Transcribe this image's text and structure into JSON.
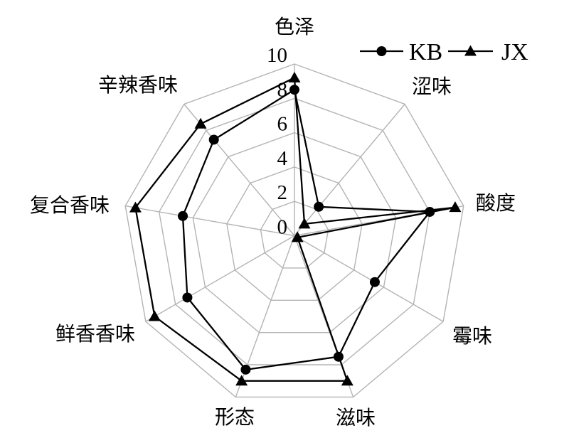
{
  "figure": {
    "background_color": "#ffffff",
    "line_color": "#000000",
    "grid_color": "#b4b4b4"
  },
  "chart_data": {
    "type": "radar",
    "title": "",
    "categories": [
      "色泽",
      "涩味",
      "酸度",
      "霉味",
      "滋味",
      "形态",
      "鲜香香味",
      "复合香味",
      "辛辣香味"
    ],
    "series": [
      {
        "name": "KB",
        "marker": "circle-icon",
        "color": "#000000",
        "values": [
          8.5,
          2.2,
          8.0,
          5.4,
          7.5,
          8.3,
          7.2,
          6.6,
          7.3
        ]
      },
      {
        "name": "JX",
        "marker": "triangle-icon",
        "color": "#000000",
        "values": [
          9.2,
          0.9,
          9.5,
          0.2,
          9.0,
          9.0,
          9.4,
          9.4,
          8.5
        ]
      }
    ],
    "rlim": [
      0,
      10
    ],
    "ticks": [
      0,
      2,
      4,
      6,
      8,
      10
    ],
    "tick_labels": [
      "0",
      "2",
      "4",
      "6",
      "8",
      "10"
    ],
    "grid_rings": [
      2,
      4,
      6,
      8,
      10
    ],
    "grid_shape": "polygon",
    "grid_on": true,
    "legend_position": "top-right",
    "legend_items": [
      "KB",
      "JX"
    ]
  }
}
